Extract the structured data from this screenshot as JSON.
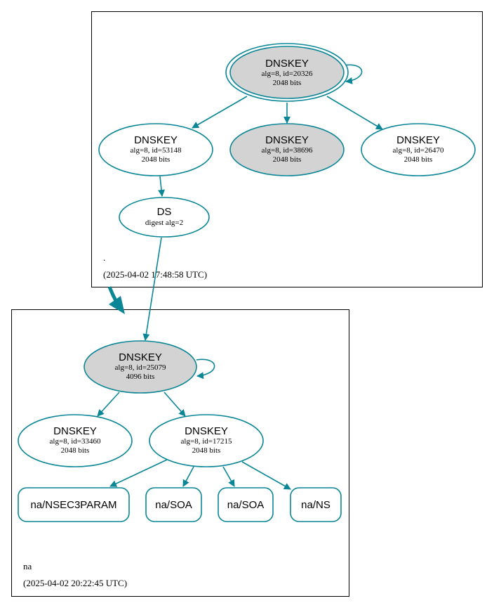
{
  "colors": {
    "edge": "#0a8696",
    "border": "#000000",
    "node_fill_grey": "#d3d3d3",
    "node_fill_white": "#ffffff"
  },
  "zones": {
    "root": {
      "name": ".",
      "timestamp": "(2025-04-02 17:48:58 UTC)",
      "nodes": {
        "ksk": {
          "type": "DNSKEY",
          "line1": "alg=8, id=20326",
          "line2": "2048 bits",
          "style": "grey-double"
        },
        "zsk1": {
          "type": "DNSKEY",
          "line1": "alg=8, id=53148",
          "line2": "2048 bits",
          "style": "white"
        },
        "zsk2": {
          "type": "DNSKEY",
          "line1": "alg=8, id=38696",
          "line2": "2048 bits",
          "style": "grey"
        },
        "zsk3": {
          "type": "DNSKEY",
          "line1": "alg=8, id=26470",
          "line2": "2048 bits",
          "style": "white"
        },
        "ds": {
          "type": "DS",
          "line1": "digest alg=2"
        }
      }
    },
    "na": {
      "name": "na",
      "timestamp": "(2025-04-02 20:22:45 UTC)",
      "nodes": {
        "ksk": {
          "type": "DNSKEY",
          "line1": "alg=8, id=25079",
          "line2": "4096 bits",
          "style": "grey"
        },
        "zsk1": {
          "type": "DNSKEY",
          "line1": "alg=8, id=33460",
          "line2": "2048 bits",
          "style": "white"
        },
        "zsk2": {
          "type": "DNSKEY",
          "line1": "alg=8, id=17215",
          "line2": "2048 bits",
          "style": "white"
        }
      },
      "rrsets": {
        "nsec3param": "na/NSEC3PARAM",
        "soa1": "na/SOA",
        "soa2": "na/SOA",
        "ns": "na/NS"
      }
    }
  }
}
